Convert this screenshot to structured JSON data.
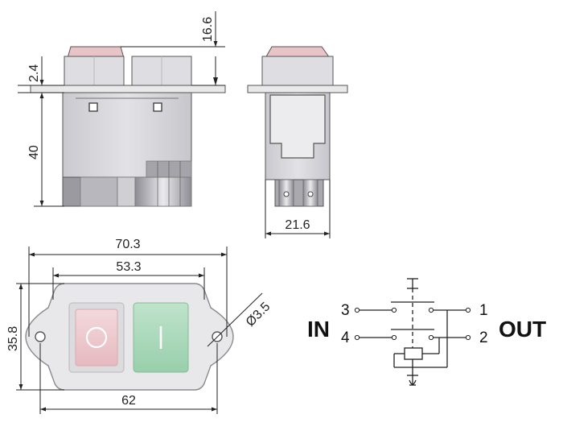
{
  "front_view": {
    "dim_button_height": "16.6",
    "dim_flange_thickness": "2.4",
    "dim_body_height": "40"
  },
  "side_view": {
    "dim_width": "21.6"
  },
  "top_view": {
    "dim_overall_width": "70.3",
    "dim_housing_width": "53.3",
    "dim_height": "35.8",
    "dim_hole_spacing": "62",
    "dim_hole_diameter": "Ø3.5",
    "off_symbol": "O",
    "on_symbol": "I",
    "colors": {
      "off_button": "#eec7cc",
      "on_button": "#a9d7b9",
      "housing": "#e8e8e8"
    }
  },
  "schematic": {
    "label_in": "IN",
    "label_out": "OUT",
    "terminals": {
      "t1": "1",
      "t2": "2",
      "t3": "3",
      "t4": "4"
    }
  }
}
